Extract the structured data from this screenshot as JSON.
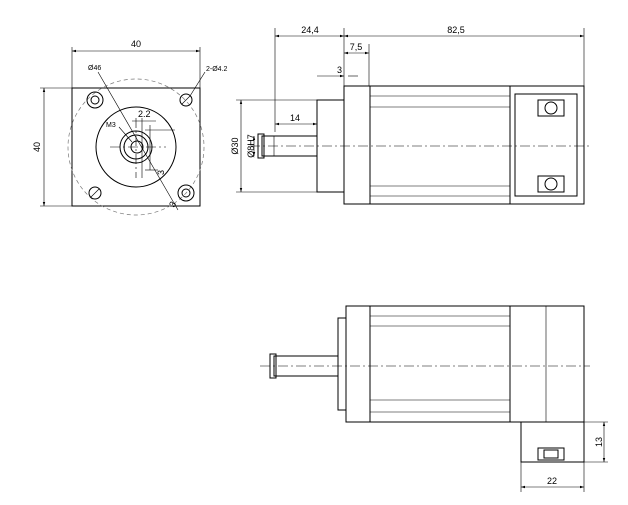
{
  "front_view": {
    "width_dim": "40",
    "height_dim": "40",
    "bolt_circle": "Ø46",
    "mount_holes": "2-Ø4.2",
    "thread": "M3",
    "key_width": "2.2",
    "flat_depth": "3"
  },
  "side_view": {
    "flange_length": "24,4",
    "body_length": "82,5",
    "shoulder": "7,5",
    "pilot": "3",
    "shaft_length": "14",
    "pilot_dia": "Ø30",
    "shaft_dia": "Ø8H7"
  },
  "bottom_view": {
    "box_height": "13",
    "box_width": "22"
  }
}
